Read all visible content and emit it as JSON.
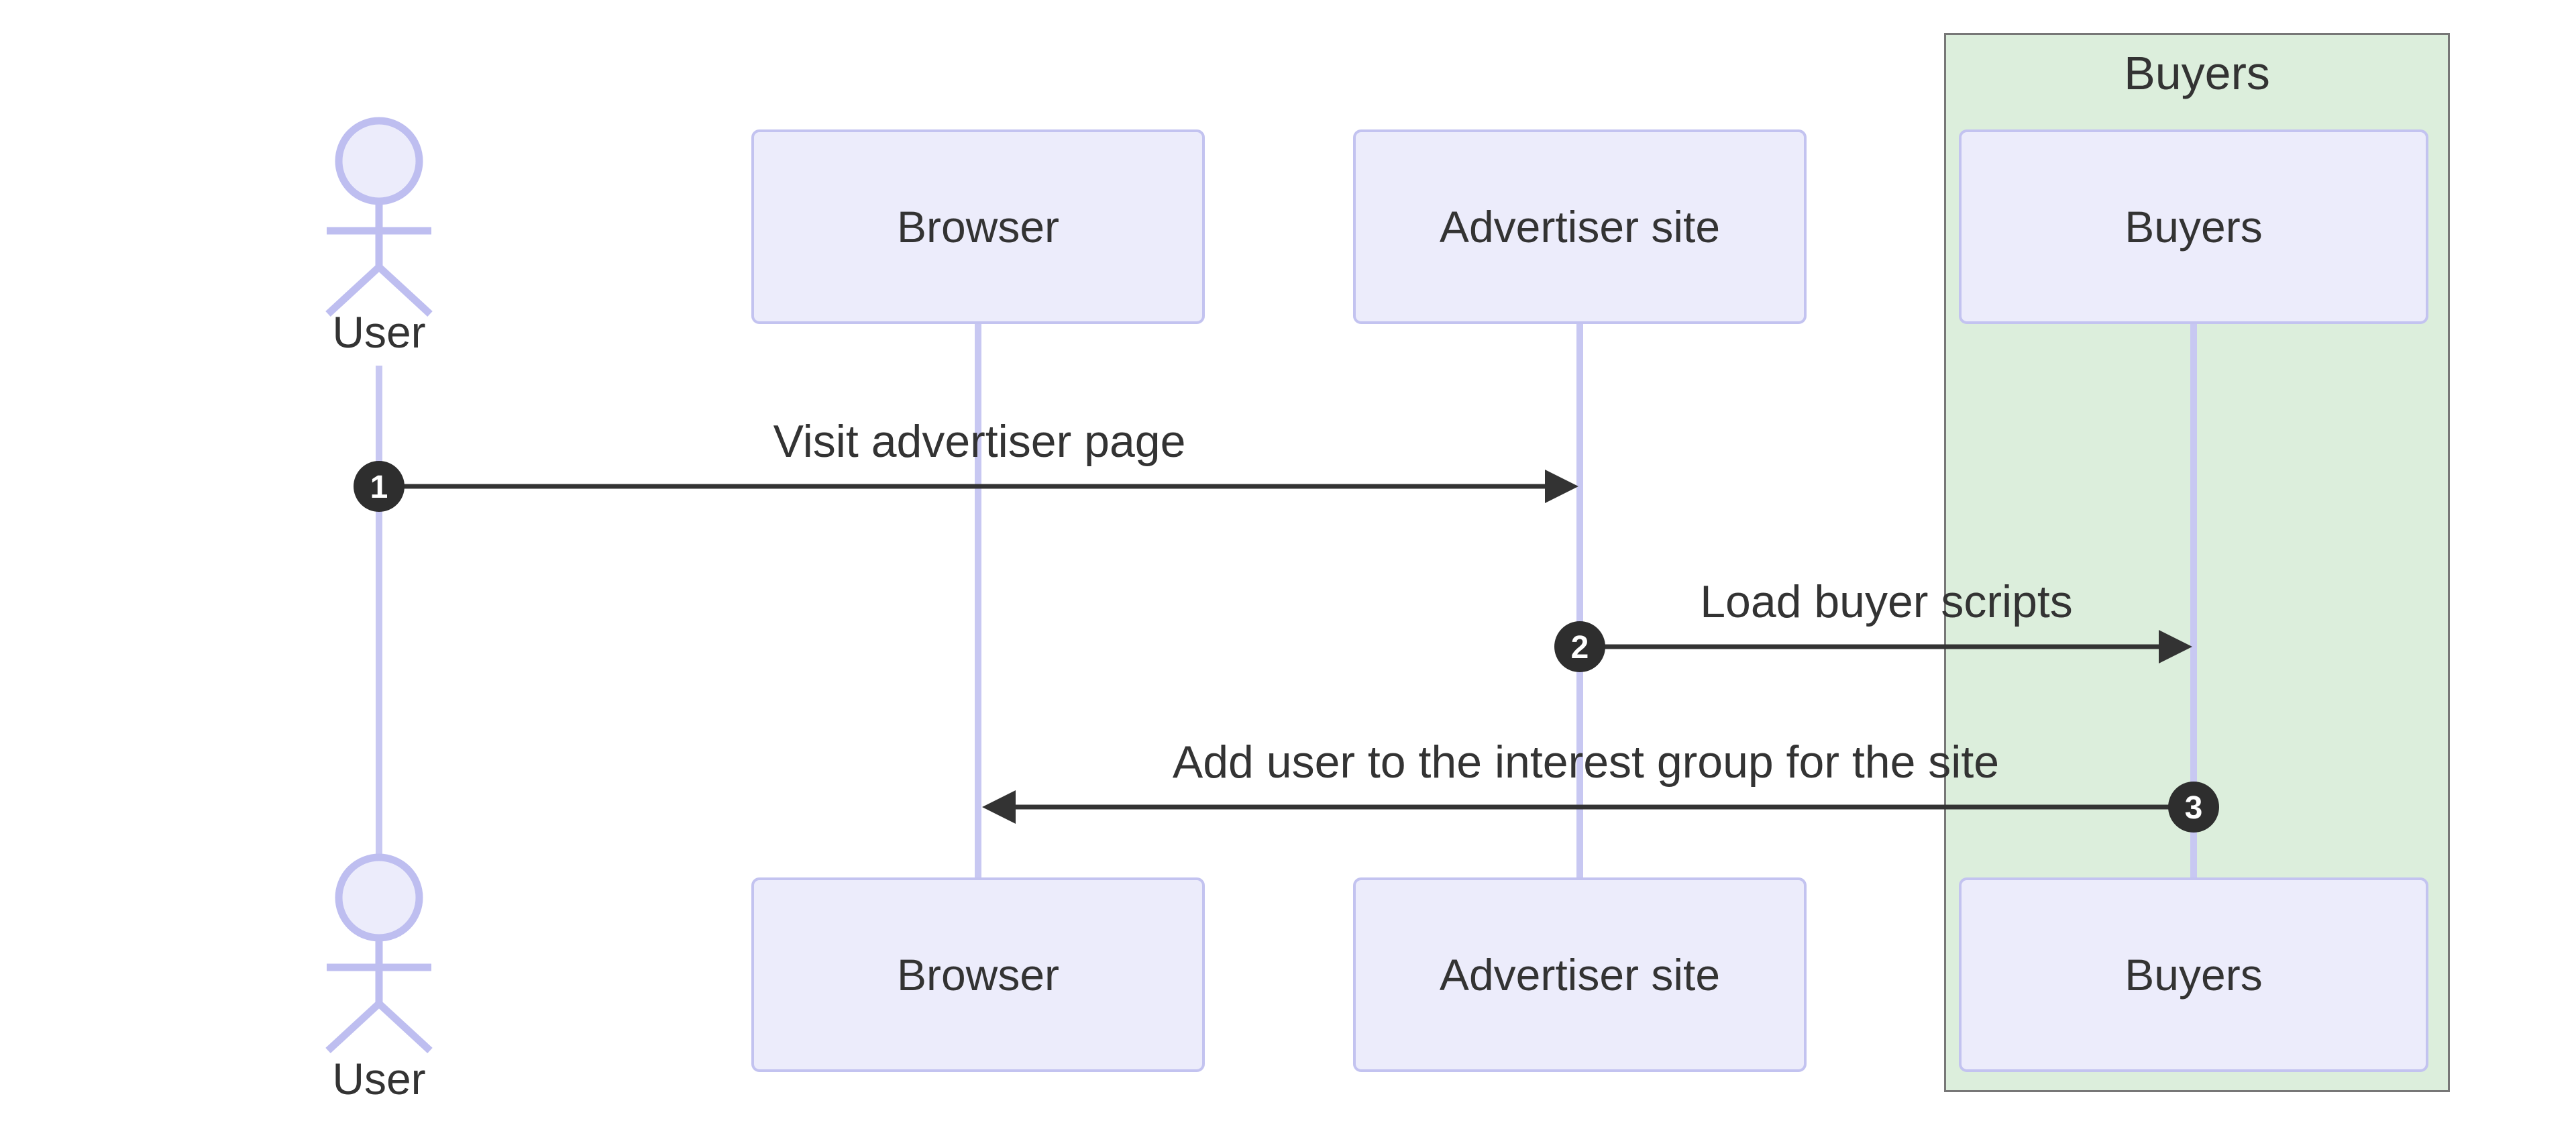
{
  "group": {
    "label": "Buyers"
  },
  "actor": {
    "label": "User"
  },
  "participants": [
    {
      "id": "browser",
      "label": "Browser"
    },
    {
      "id": "advertiser",
      "label": "Advertiser site"
    },
    {
      "id": "buyers",
      "label": "Buyers"
    }
  ],
  "messages": [
    {
      "number": "1",
      "label": "Visit advertiser page",
      "from": "User",
      "to": "Advertiser site"
    },
    {
      "number": "2",
      "label": "Load buyer scripts",
      "from": "Advertiser site",
      "to": "Buyers"
    },
    {
      "number": "3",
      "label": "Add user to the interest group for the site",
      "from": "Buyers",
      "to": "Browser"
    }
  ],
  "colors": {
    "background": "#ffffff",
    "text": "#333333",
    "arrow": "#333333",
    "participant_fill": "#ECECFB",
    "participant_border": "#C3C3F0",
    "lifeline": "#C8C8F2",
    "actor_stroke": "#BEBEF0",
    "group_fill": "#DCEEDC",
    "group_border": "#777777",
    "number_bg": "#2E2E2E",
    "number_fg": "#FFFFFF"
  }
}
